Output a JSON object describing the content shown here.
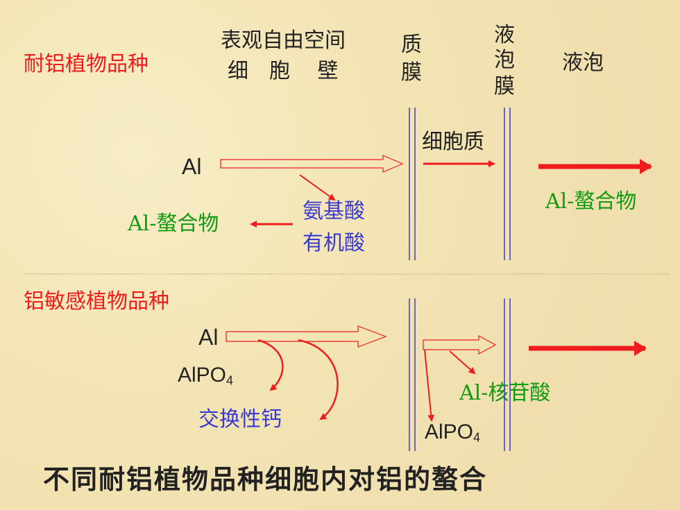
{
  "headers": {
    "tolerant_label": "耐铝植物品种",
    "apoplast_line1": "表观自由空间",
    "apoplast_line2": "细　胞　 壁",
    "plasma_line1": "质",
    "plasma_line2": "膜",
    "tonoplast_line1": "液",
    "tonoplast_line2": "泡",
    "tonoplast_line3": "膜",
    "vacuole": "液泡"
  },
  "tolerant": {
    "al": "Al",
    "cytoplasm": "细胞质",
    "amino_acid": "氨基酸",
    "organic_acid": "有机酸",
    "chelate_left": "Al-螯合物",
    "chelate_right": "Al-螯合物"
  },
  "sensitive": {
    "label": "铝敏感植物品种",
    "al": "Al",
    "alpo4_left_main": "AlPO",
    "alpo4_left_sub": "4",
    "exchange_ca": "交换性钙",
    "al_nucleotide": "Al-核苷酸",
    "alpo4_right_main": "AlPO",
    "alpo4_right_sub": "4"
  },
  "footer": "不同耐铝植物品种细胞内对铝的螯合",
  "colors": {
    "red": "#ee1c1c",
    "green": "#129a12",
    "blue": "#3a3ad0",
    "membrane": "#3a3ad0"
  }
}
